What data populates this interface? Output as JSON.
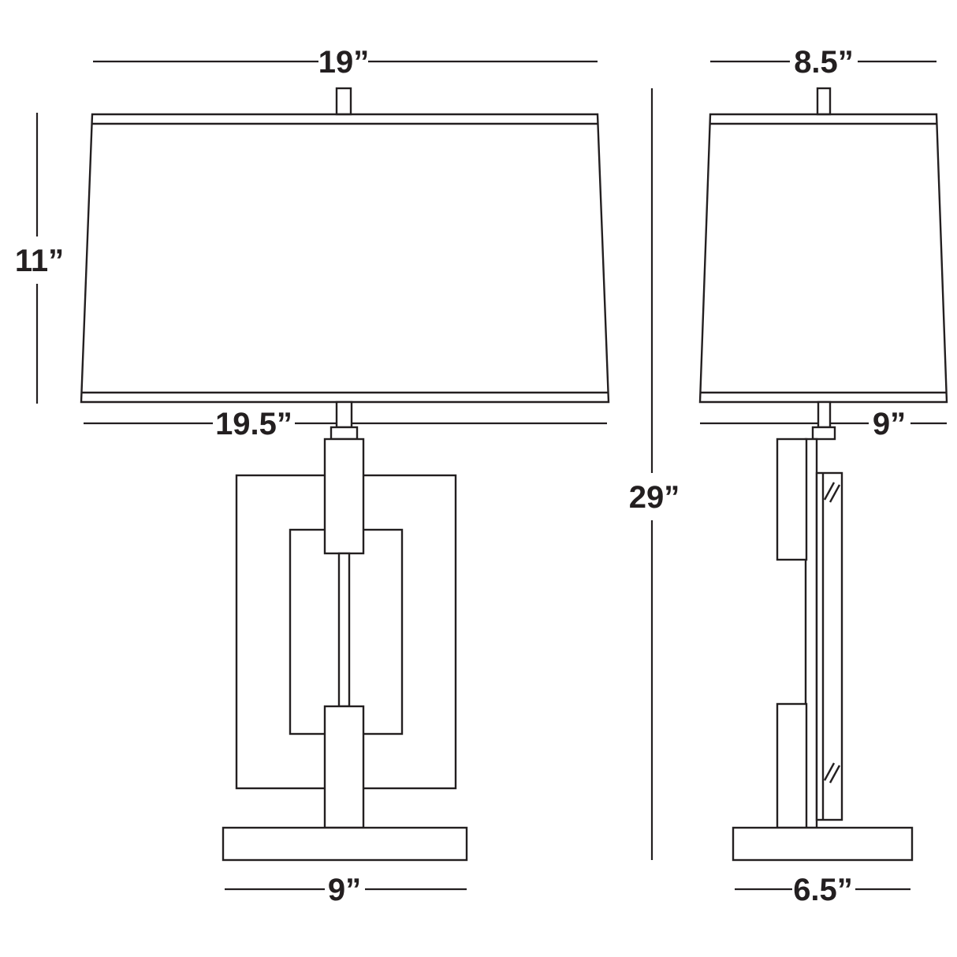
{
  "meta": {
    "drawing_type": "product specification line drawing",
    "subject": "table lamp, two orthographic views with dimensions",
    "line_color": "#231f20",
    "background_color": "#ffffff",
    "units": "inches"
  },
  "front_view": {
    "name": "front view",
    "dimensions": {
      "shade_top_width": "19”",
      "shade_height": "11”",
      "shade_bottom_width": "19.5”",
      "base_width": "9”"
    }
  },
  "side_view": {
    "name": "side view",
    "dimensions": {
      "shade_top_width": "8.5”",
      "shade_bottom_width": "9”",
      "overall_height": "29”",
      "base_width": "6.5”"
    }
  }
}
